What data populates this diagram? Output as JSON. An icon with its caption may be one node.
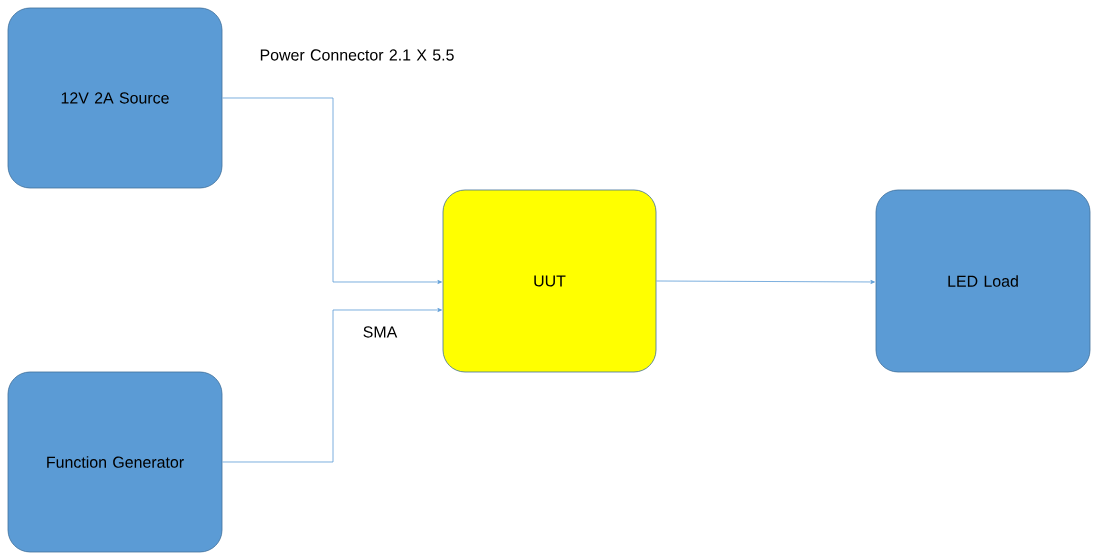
{
  "diagram": {
    "nodes": [
      {
        "text": [
          "12V 2A Source"
        ]
      },
      {
        "text": [
          "Function Generator"
        ]
      },
      {
        "text": [
          "UUT"
        ]
      },
      {
        "text": [
          "LED Load"
        ]
      }
    ],
    "edges": [
      {
        "from": 0,
        "to": 2,
        "arrow": "to",
        "label": "Power Connector 2.1 X 5.5"
      },
      {
        "from": 1,
        "to": 2,
        "arrow": "to",
        "label": "SMA"
      },
      {
        "from": 2,
        "to": 3,
        "arrow": "to"
      }
    ]
  }
}
